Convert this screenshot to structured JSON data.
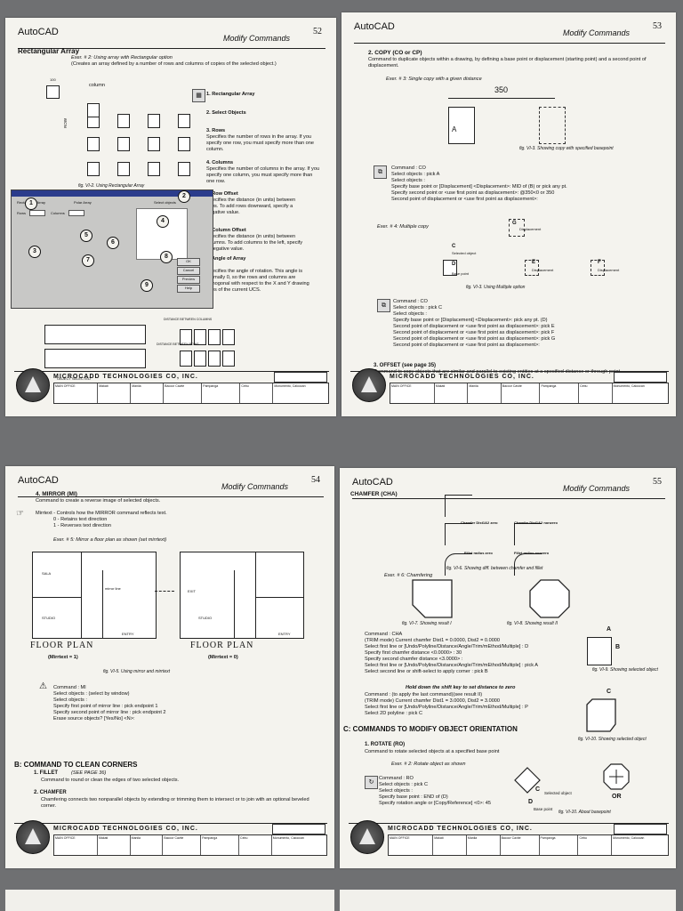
{
  "app": "AutoCAD",
  "section": "Modify Commands",
  "company": {
    "name": "MICROCADD TECHNOLOGIES CO, INC.",
    "main_office": "MAIN OFFICE",
    "branches": "BRANCHES",
    "cols": [
      "Makati",
      "Makati",
      "Manila",
      "Bacoor Cavite",
      "Pampanga",
      "Cebu",
      "Monumento, Caloocan"
    ]
  },
  "p52": {
    "page": "52",
    "title": "Rectangular Array",
    "ex": "Exer. # 2: Using array with Rectangular option",
    "ex2": "(Creates an array defined by a number of rows and columns of copies of the selected object.)",
    "step1": "1. Rectangular Array",
    "step2": "2. Select Objects",
    "step3": "3. Rows",
    "step3d": "Specifies the number of rows in the array. If you specify one row, you must specify more than one column.",
    "step4": "4. Columns",
    "step4d": "Specifies the number of columns in the array. If you specify one column, you must specify more than one row.",
    "step5": "5. Row Offset",
    "step5d": "Specifies the distance (in units) between rows. To add rows downward, specify a negative value.",
    "step6": "6. Column Offset",
    "step6d": "Specifies the distance (in units) between columns. To add columns to the left, specify a negative value.",
    "step7": "7. Angle of Array",
    "step7d": "Specifies the angle of rotation. This angle is normally 0, so the rows and columns are orthogonal with respect to the X and Y drawing axes of the current UCS.",
    "fig": "fig. VI-2. Using Rectangular Array",
    "column": "column",
    "row": "ROW",
    "dim": "100",
    "obj_selected": "OBJECT SELECTED",
    "dist_cols": "DISTANCE BETWEEN COLUMNS",
    "dist_rows": "DISTANCE BETWEEN ROWS",
    "dlg_rect": "Rectangular Array",
    "dlg_polar": "Polar Array",
    "dlg_select": "Select objects",
    "dlg_rows": "Rows",
    "dlg_cols": "Columns",
    "dlg_ok": "OK",
    "dlg_cancel": "Cancel",
    "dlg_preview": "Preview",
    "dlg_help": "Help",
    "markers": [
      "1",
      "2",
      "3",
      "4",
      "5",
      "6",
      "7",
      "8",
      "9"
    ]
  },
  "p53": {
    "page": "53",
    "h": "2. COPY (CO or CP)",
    "desc": "Command to duplicate objects within a drawing, by defining a base point or displacement (starting point) and a second point of displacement.",
    "ex": "Exer. # 3: Single copy with a given distance",
    "dist": "350",
    "a": "A",
    "fig3": "fig. VI-3. Showing copy with specified basepoint",
    "cmd1": [
      "Command : CO",
      "Select objects : pick A",
      "Select objects :",
      "Specify base point or [Displacement] <Displacement>: MID of (B) or pick any pt.",
      "Specify second point or <use first point as displacement>: @350<0 or 350",
      "Second point of displacement or <use first point as displacement>:"
    ],
    "ex4": "Exer. # 4: Multiple copy",
    "g": "G",
    "d": "D",
    "e": "E",
    "f": "F",
    "c": "C",
    "disp": "Displacement",
    "sel": "Selected object",
    "base": "Base point",
    "fig4": "fig. VI-3. Using Multiple option",
    "cmd2": [
      "Command : CO",
      "Select objects : pick C",
      "Select objects :",
      "Specify base point or [Displacement] <Displacement>: pick any pt. (D)",
      "Second point of displacement or <use first point as displacement>: pick E",
      "Second point of displacement or <use first point as displacement>: pick F",
      "Second point of displacement or <use first point as displacement>: pick G",
      "Second point of displacement or <use first point as displacement>:"
    ],
    "h3": "3. OFFSET (see page 35)",
    "h3d": "Command to copy objects that are similar and parallel to existing entities at a specified distance or through point."
  },
  "p54": {
    "page": "54",
    "h": "4. MIRROR (MI)",
    "desc": "Command to create a reverse image of selected objects.",
    "mirrtext": "Mirrtext - Controls how the MIRROR command reflects text.",
    "opt0": "0 - Retains text direction",
    "opt1": "1 - Reverses text direction",
    "ex": "Exer. # 5: Mirror a floor plan as shown (set mirrtext)",
    "fp": "FLOOR PLAN",
    "fp1": "(Mirrtext = 1)",
    "fp0": "(Mirrtext = 0)",
    "mline": "mirror line",
    "rooms": [
      "STUDIO",
      "ENTRY",
      "SALA",
      "EXIT"
    ],
    "fig": "fig. VI-5. Using mirror and mirrtext",
    "cmd": [
      "Command : MI",
      "Select objects : (select by window)",
      "Select objects :",
      "Specify first point of mirror line : pick endpoint 1",
      "Specify second point of mirror line : pick endpoint 2",
      "Erase source objects? [Yes/No] <N>:"
    ],
    "b": "B: COMMAND TO CLEAN CORNERS",
    "fillet": "1. FILLET",
    "fillet_ref": "(SEE PAGE 36)",
    "fillet_d": "Command to round or clean the edges of two selected objects.",
    "chamfer": "2. CHAMFER",
    "chamfer_d": "Chamfering connects two nonparallel objects by extending or trimming them to intersect or to join with an optional beveled corner."
  },
  "p55": {
    "page": "55",
    "h": "CHAMFER (CHA)",
    "l1": "Chamfer Dist1&2 zero",
    "l2": "Chamfer Dist1&2 nonzero",
    "l3": "Fillet radius zero",
    "l4": "Fillet radius nonzero",
    "fig6": "fig. VI-6. Showing diff. between chamfer and fillet",
    "ex": "Exer. # 6: Chamfering",
    "fig7": "fig. VI-7. Showing result I",
    "fig8": "fig. VI-8. Showing result II",
    "cmd": [
      "Command : CHA",
      "(TRIM mode) Current chamfer Dist1 = 0.0000, Dist2 = 0.0000",
      "Select first line or [Undo/Polyline/Distance/Angle/Trim/mEthod/Multiple] : D",
      "Specify first chamfer distance <0.0000> : 30",
      "Specify second chamfer distance <3.0000> :",
      "Select first line or [Undo/Polyline/Distance/Angle/Trim/mEthod/Multiple] : pick A",
      "Select second line or shift-select to apply corner : pick B"
    ],
    "hold": "Hold down the shift key to set distance to zero",
    "cmd2": [
      "Command : (to apply the last command)(see result II)",
      "(TRIM mode) Current chamfer Dist1 = 3.0000, Dist2 = 3.0000",
      "Select first line or [Undo/Polyline/Distance/Angle/Trim/mEthod/Multiple] : P",
      "Select 2D polyline : pick C"
    ],
    "fig9": "fig. VI-9. Showing selected object",
    "fig10": "fig. VI-10. Showing selected object",
    "c": "C: COMMANDS TO MODIFY OBJECT ORIENTATION",
    "rot": "1. ROTATE (RO)",
    "rot_d": "Command to rotate selected objects at a specified base point",
    "ex2": "Exer. # 2: Rotate object as shown",
    "cmd3": [
      "Command : RO",
      "Select objects : pick C",
      "Select objects :",
      "Specify base point : END of (D)",
      "Specify rotation angle or [Copy/Reference] <0>: 45"
    ],
    "sel": "Selected object",
    "base": "Base point",
    "or": "OR",
    "fig11": "fig. VI-10. About basepoint",
    "a": "A",
    "b": "B",
    "cl": "C",
    "dl": "D"
  }
}
